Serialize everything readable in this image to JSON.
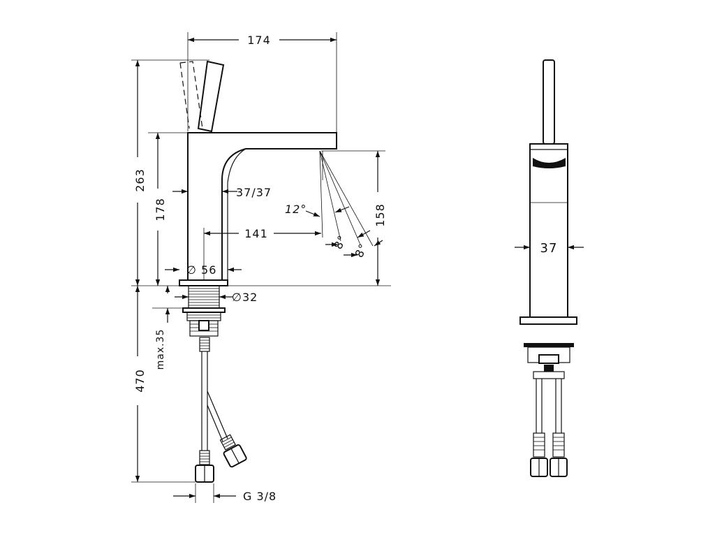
{
  "dimensions": {
    "width_top": "174",
    "height_total": "263",
    "height_spout": "178",
    "spout_section": "37/37",
    "flow_height": "158",
    "reach": "141",
    "angle_handle": "12°",
    "angle_flow_1": "8°",
    "angle_flow_2": "8°",
    "base_diameter": "∅ 56",
    "drain_diameter": "∅32",
    "max_thickness": "max.35",
    "hose_length": "470",
    "connection": "G 3/8",
    "side_width": "37"
  }
}
